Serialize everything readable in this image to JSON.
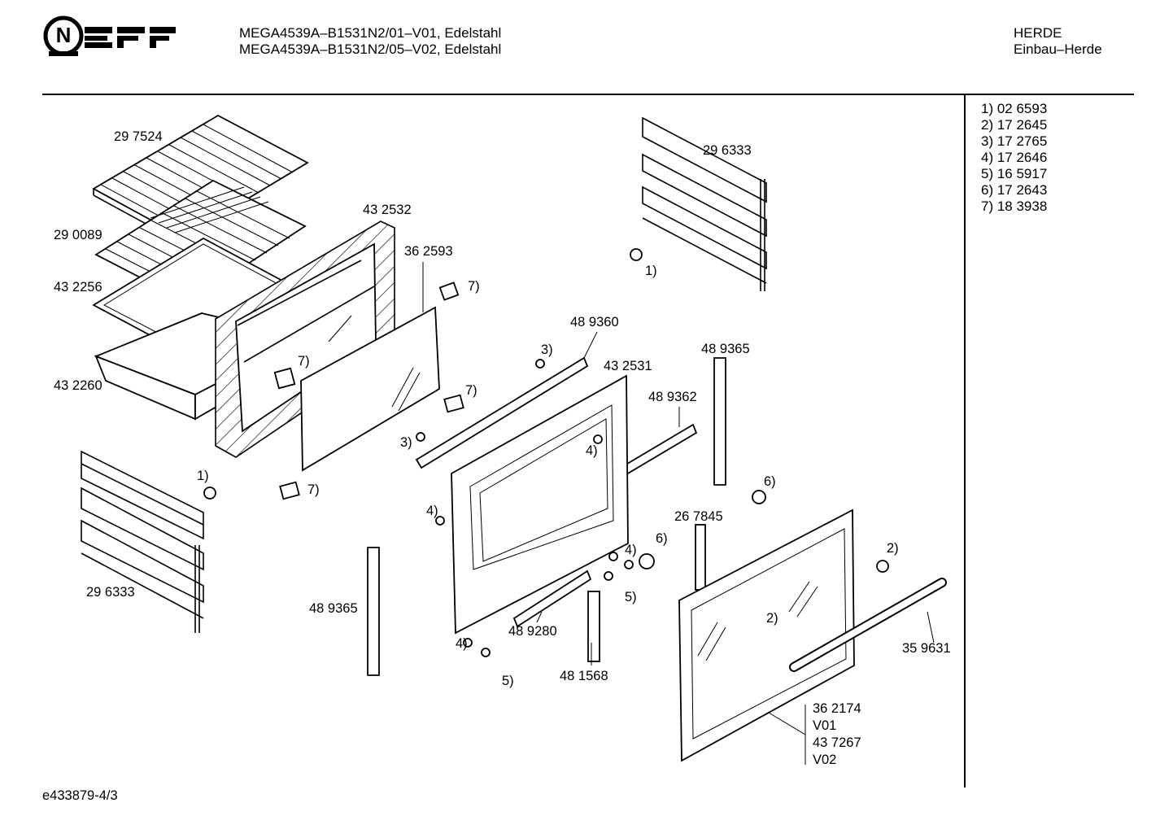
{
  "header": {
    "brand": "NEFF",
    "model_line_1": "MEGA4539A–B1531N2/01–V01, Edelstahl",
    "model_line_2": "MEGA4539A–B1531N2/05–V02, Edelstahl",
    "category": "HERDE",
    "subcategory": "Einbau–Herde"
  },
  "legend": [
    "1) 02 6593",
    "2) 17 2645",
    "3) 17 2765",
    "4) 17 2646",
    "5) 16 5917",
    "6) 17 2643",
    "7) 18 3938"
  ],
  "parts": {
    "p297524": "29 7524",
    "p290089": "29 0089",
    "p432256": "43 2256",
    "p432260": "43 2260",
    "p432532": "43 2532",
    "p362593": "36 2593",
    "p296333_top": "29 6333",
    "p296333_bottom": "29 6333",
    "p489360": "48 9360",
    "p432531": "43 2531",
    "p489365_right": "48 9365",
    "p489362": "48 9362",
    "p267845": "26 7845",
    "p489365_left": "48 9365",
    "p489280": "48 9280",
    "p481568": "48 1568",
    "p359631": "35 9631",
    "p362174": "36 2174",
    "v01": "V01",
    "p437267": "43 7267",
    "v02": "V02"
  },
  "callouts": {
    "c1a": "1)",
    "c1b": "1)",
    "c2a": "2)",
    "c2b": "2)",
    "c3a": "3)",
    "c3b": "3)",
    "c4a": "4)",
    "c4b": "4)",
    "c4c": "4)",
    "c4d": "4)",
    "c5a": "5)",
    "c5b": "5)",
    "c6a": "6)",
    "c6b": "6)",
    "c7a": "7)",
    "c7b": "7)",
    "c7c": "7)",
    "c7d": "7)"
  },
  "footer": {
    "doc_id": "e433879-4/3"
  }
}
